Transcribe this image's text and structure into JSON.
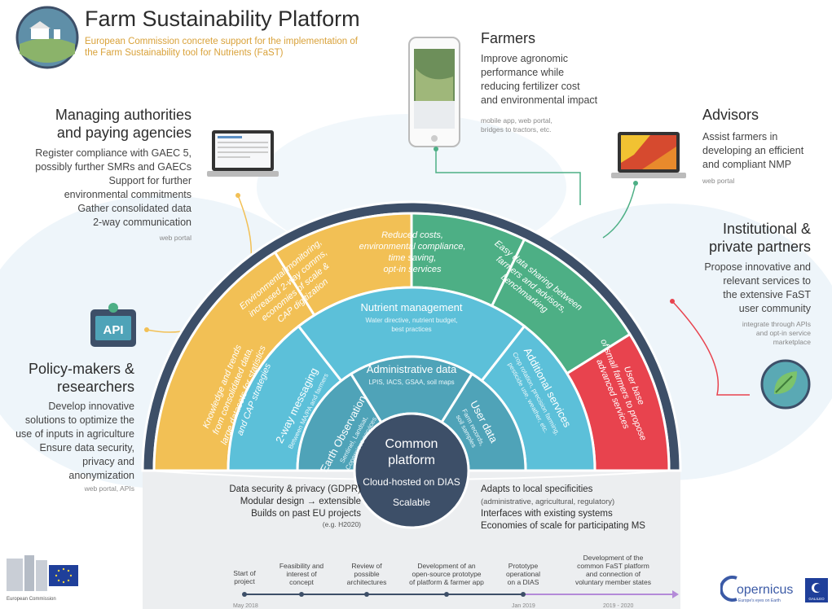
{
  "header": {
    "title": "Farm Sustainability Platform",
    "subtitle": "European Commission concrete support for the implementation of the Farm Sustainability tool for Nutrients (FaST)"
  },
  "farmers": {
    "heading": "Farmers",
    "desc": [
      "Improve agronomic",
      "performance while",
      "reducing fertilizer cost",
      "and environmental impact"
    ],
    "note": [
      "mobile app, web portal,",
      "bridges to tractors, etc."
    ]
  },
  "advisors": {
    "heading": "Advisors",
    "desc": [
      "Assist farmers in",
      "developing an efficient",
      "and compliant NMP"
    ],
    "note": "web portal"
  },
  "managing": {
    "heading": [
      "Managing authorities",
      "and paying agencies"
    ],
    "desc": [
      "Register compliance with GAEC 5,",
      "possibly further SMRs and GAECs",
      "Support for further",
      "environmental commitments",
      "Gather consolidated data",
      "2-way communication"
    ],
    "note": "web portal"
  },
  "institutional": {
    "heading": [
      "Institutional &",
      "private partners"
    ],
    "desc": [
      "Propose innovative and",
      "relevant  services to",
      "the extensive FaST",
      "user community"
    ],
    "note": [
      "integrate through APIs",
      "and opt-in service",
      "marketplace"
    ]
  },
  "policy": {
    "heading": [
      "Policy-makers &",
      "researchers"
    ],
    "desc": [
      "Develop innovative",
      "solutions to optimize the",
      "use of inputs in agriculture",
      "Ensure data security,",
      "privacy and",
      "anonymization"
    ],
    "note": "web portal, APIs",
    "api_label": "API"
  },
  "arc": {
    "outer": {
      "knowledge": [
        "Knowledge and trends",
        "from consolidated data,",
        "large datasets for statistics",
        "and CAP strategies"
      ],
      "environmental": [
        "Environmental monitoring,",
        "increased 2-way comms,",
        "economies of scale &",
        "CAP digitization"
      ],
      "reduced": [
        "Reduced costs,",
        "environmental compliance,",
        "time saving,",
        "opt-in services"
      ],
      "easy": [
        "Easy data sharing between",
        "farmers and advisors,",
        "benchmarking"
      ],
      "userbase": [
        "User base",
        "of small farmers to propose",
        "advanced services"
      ]
    },
    "middle": {
      "messaging": "2-way messaging",
      "messaging_sub": "Between MA/PA and farmers",
      "nutrient": "Nutrient management",
      "nutrient_sub": [
        "Water directive, nutrient budget,",
        "best practices"
      ],
      "additional": "Additional services",
      "additional_sub": [
        "Crop rotation, precision farming,",
        "pesticide use, weather, etc."
      ]
    },
    "inner": {
      "eo": "Earth Observation",
      "eo_sub": [
        "Sentinel, Landsat,",
        "Copernicus services"
      ],
      "admin": "Administrative data",
      "admin_sub": "LPIS, IACS, GSAA, soil maps",
      "user": "User data",
      "user_sub": [
        "Farm records,",
        "soil samples"
      ]
    },
    "core": {
      "title": [
        "Common",
        "platform"
      ],
      "cloud": "Cloud-hosted on DIAS",
      "scalable": "Scalable"
    }
  },
  "bottom_left": [
    "Data security & privacy (GDPR)",
    "Modular design → extensible",
    "Builds on past EU projects"
  ],
  "bottom_left_note": "(e.g. H2020)",
  "bottom_right": [
    "Adapts to local specificities"
  ],
  "bottom_right_note": "(administrative, agricultural, regulatory)",
  "bottom_right2": [
    "Interfaces with existing systems",
    "Economies of scale for participating MS"
  ],
  "timeline": {
    "steps": [
      [
        "Start of",
        "project"
      ],
      [
        "Feasibility and",
        "interest of",
        "concept"
      ],
      [
        "Review of",
        "possible",
        "architectures"
      ],
      [
        "Development of an",
        "open-source prototype",
        "of platform & farmer app"
      ],
      [
        "Prototype",
        "operational",
        "on a DIAS"
      ],
      [
        "Development of the",
        "common FaST platform",
        "and connection of",
        "voluntary member states"
      ]
    ],
    "dates": [
      "May 2018",
      "Jan 2019",
      "2019 - 2020"
    ]
  },
  "logos": {
    "copernicus": "opernicus",
    "copernicus_tag": "Europe's eyes on Earth",
    "ec_caption": "European Commission",
    "galileo": "GALILEO"
  },
  "colors": {
    "yellow": "#f2c055",
    "green": "#4daf85",
    "teal": "#5cc0d9",
    "tealdark": "#4fa3b8",
    "red": "#e8434e",
    "navy": "#3d4f68",
    "gray": "#eceef0"
  }
}
